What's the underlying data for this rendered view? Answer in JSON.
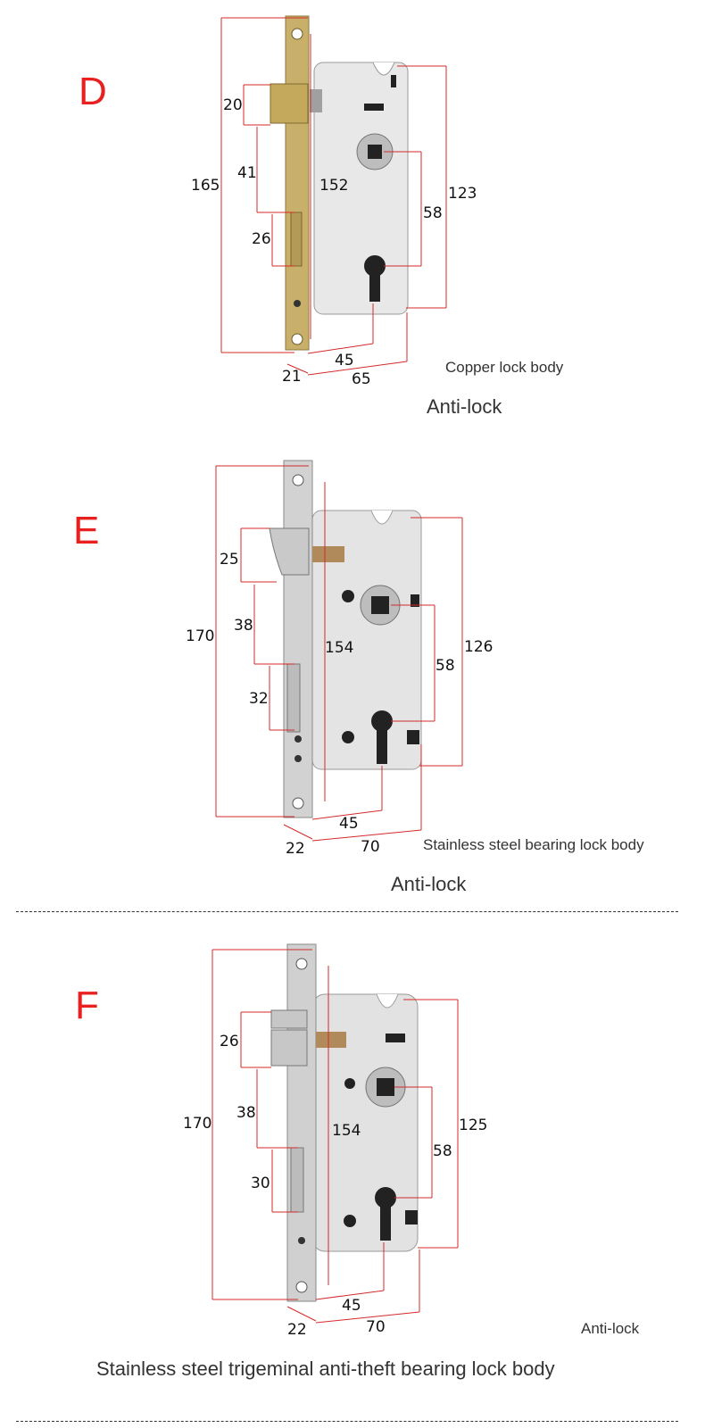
{
  "lock_d": {
    "letter": "D",
    "dims": {
      "total_height": "165",
      "latch_height": "20",
      "latch_to_bolt": "41",
      "bolt_height": "26",
      "faceplate_inner": "152",
      "case_height": "123",
      "handle_to_cylinder": "58",
      "backset": "45",
      "faceplate_width": "21",
      "case_depth": "65"
    },
    "caption": "Copper lock body",
    "feature": "Anti-lock"
  },
  "lock_e": {
    "letter": "E",
    "dims": {
      "total_height": "170",
      "latch_height": "25",
      "latch_to_bolt": "38",
      "bolt_height": "32",
      "faceplate_inner": "154",
      "case_height": "126",
      "handle_to_cylinder": "58",
      "backset": "45",
      "faceplate_width": "22",
      "case_depth": "70"
    },
    "caption": "Stainless steel bearing lock body",
    "feature": "Anti-lock"
  },
  "lock_f": {
    "letter": "F",
    "dims": {
      "total_height": "170",
      "latch_height": "26",
      "latch_to_bolt": "38",
      "bolt_height": "30",
      "faceplate_inner": "154",
      "case_height": "125",
      "handle_to_cylinder": "58",
      "backset": "45",
      "faceplate_width": "22",
      "case_depth": "70"
    },
    "caption": "Anti-lock",
    "feature": "Stainless steel trigeminal anti-theft bearing lock body"
  },
  "colors": {
    "letter": "#e8201f",
    "dimension_line": "#d42a2a",
    "brass": "#c8b06a",
    "steel": "#d8d8d8"
  }
}
